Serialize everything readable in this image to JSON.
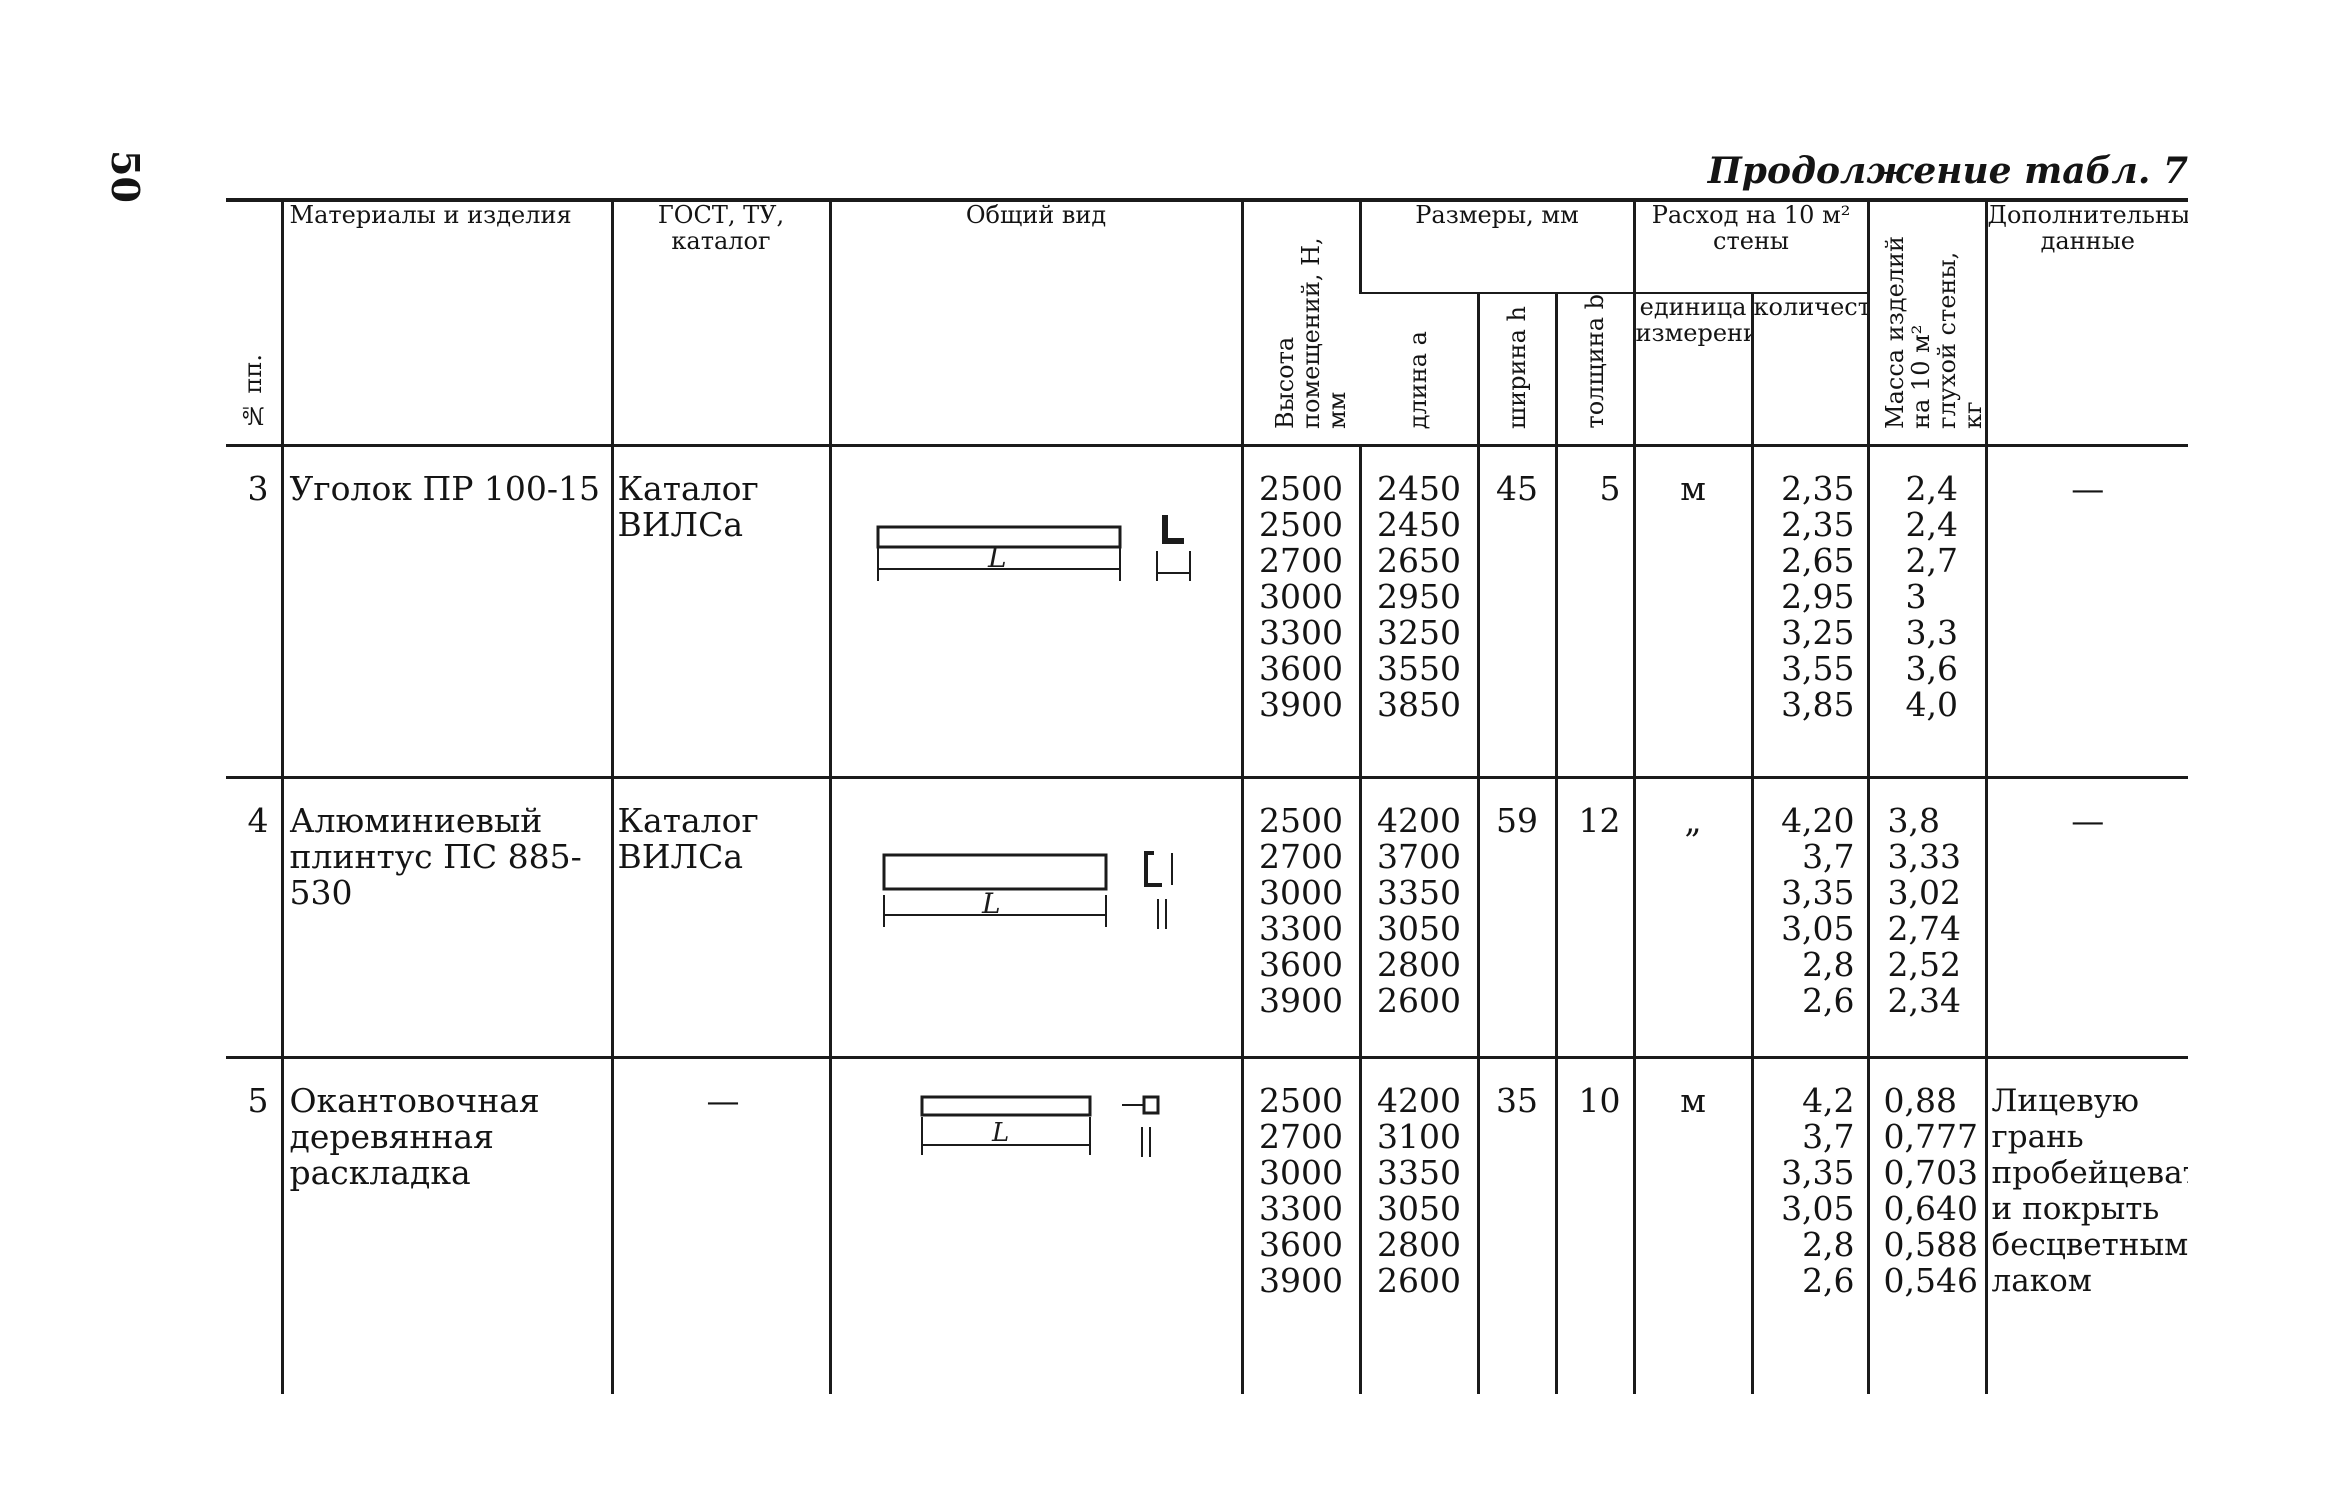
{
  "page_number": "50",
  "caption": "Продолжение табл. 7",
  "header": {
    "col_no": "№ пп.",
    "col_material": "Материалы и изделия",
    "col_gost": "ГОСТ, ТУ, каталог",
    "col_view": "Общий вид",
    "col_height": "Высота помещений, H, мм",
    "group_sizes": "Размеры, мм",
    "col_length": "длина a",
    "col_width": "ширина h",
    "col_thickness": "толщина b",
    "group_consumption": "Расход на 10 м² стены",
    "col_unit": "единица измерения",
    "col_quantity": "количество",
    "col_mass": "Масса изделий на 10 м² глухой стены, кг",
    "col_extra": "Дополнительные данные"
  },
  "rows": [
    {
      "no": "3",
      "material": "Уголок ПР 100-15",
      "gost": "Каталог ВИЛСа",
      "sketch_label": "L",
      "heights": [
        "2500",
        "2500",
        "2700",
        "3000",
        "3300",
        "3600",
        "3900"
      ],
      "lengths": [
        "2450",
        "2450",
        "2650",
        "2950",
        "3250",
        "3550",
        "3850"
      ],
      "width": "45",
      "thickness": "5",
      "unit": "м",
      "quantities": [
        "2,35",
        "2,35",
        "2,65",
        "2,95",
        "3,25",
        "3,55",
        "3,85"
      ],
      "masses": [
        "2,4",
        "2,4",
        "2,7",
        "3",
        "3,3",
        "3,6",
        "4,0"
      ],
      "extra": "—"
    },
    {
      "no": "4",
      "material": "Алюминиевый плинтус ПС 885-530",
      "gost": "Каталог ВИЛСа",
      "sketch_label": "L",
      "heights": [
        "2500",
        "2700",
        "3000",
        "3300",
        "3600",
        "3900"
      ],
      "lengths": [
        "4200",
        "3700",
        "3350",
        "3050",
        "2800",
        "2600"
      ],
      "width": "59",
      "thickness": "12",
      "unit": "„",
      "quantities": [
        "4,20",
        "3,7",
        "3,35",
        "3,05",
        "2,8",
        "2,6"
      ],
      "masses": [
        "3,8",
        "3,33",
        "3,02",
        "2,74",
        "2,52",
        "2,34"
      ],
      "extra": "—"
    },
    {
      "no": "5",
      "material": "Окантовочная деревянная раскладка",
      "gost": "—",
      "sketch_label": "L",
      "heights": [
        "2500",
        "2700",
        "3000",
        "3300",
        "3600",
        "3900"
      ],
      "lengths": [
        "4200",
        "3100",
        "3350",
        "3050",
        "2800",
        "2600"
      ],
      "width": "35",
      "thickness": "10",
      "unit": "м",
      "quantities": [
        "4,2",
        "3,7",
        "3,35",
        "3,05",
        "2,8",
        "2,6"
      ],
      "masses": [
        "0,88",
        "0,777",
        "0,703",
        "0,640",
        "0,588",
        "0,546"
      ],
      "extra": "Лицевую грань пробейцевать и покрыть бесцветным лаком"
    }
  ]
}
